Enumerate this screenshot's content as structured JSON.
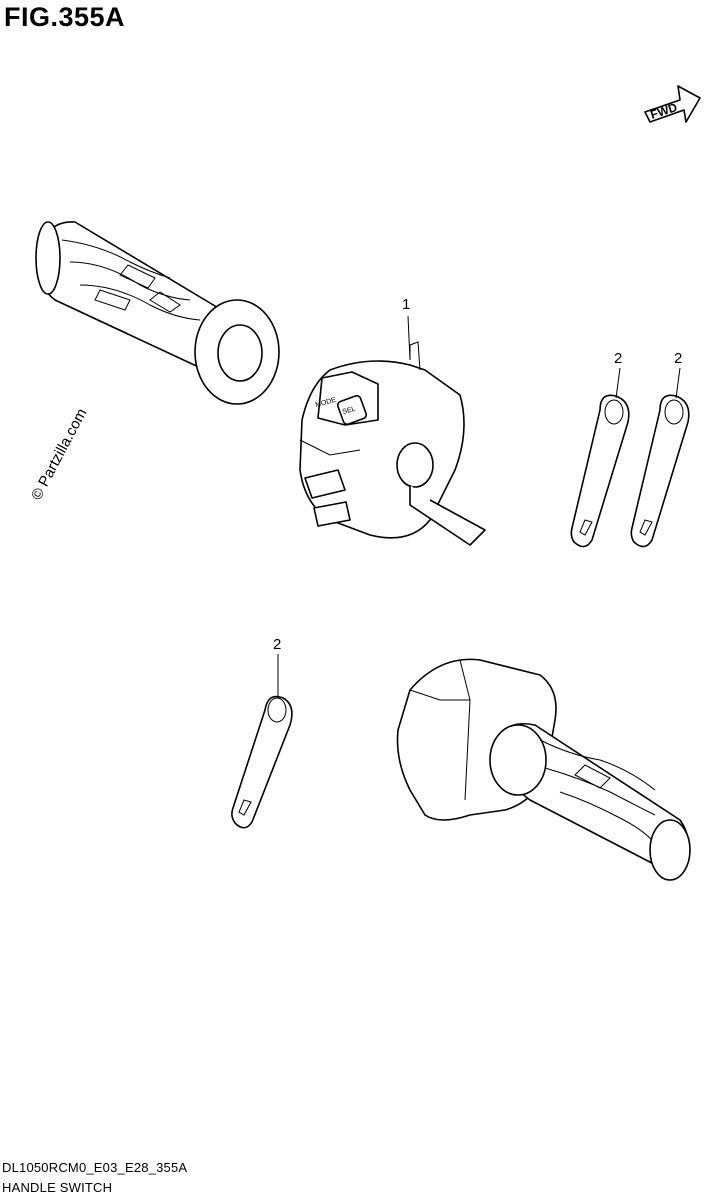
{
  "figure": {
    "title": "FIG.355A"
  },
  "watermark": {
    "text": "© Partzilla.com"
  },
  "direction_badge": {
    "text": "FWD",
    "icon": "forward-arrow-icon"
  },
  "callouts": [
    {
      "label": "1"
    },
    {
      "label": "2"
    },
    {
      "label": "2"
    },
    {
      "label": "2"
    }
  ],
  "switch_buttons": {
    "mode": "MODE",
    "sel": "SEL"
  },
  "footer": {
    "code": "DL1050RCM0_E03_E28_355A",
    "name": "HANDLE SWITCH"
  }
}
